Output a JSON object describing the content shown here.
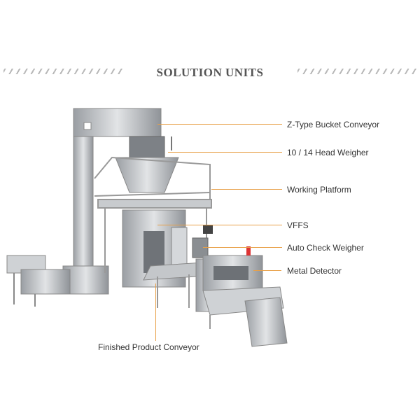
{
  "header": {
    "title": "SOLUTION UNITS"
  },
  "labels": {
    "bucket_conveyor": "Z-Type Bucket Conveyor",
    "head_weigher": "10 / 14 Head Weigher",
    "working_platform": "Working Platform",
    "vffs": "VFFS",
    "check_weigher": "Auto Check Weigher",
    "metal_detector": "Metal Detector",
    "finished_conveyor": "Finished Product Conveyor"
  },
  "colors": {
    "leader_line": "#e8a048",
    "text": "#333333",
    "machine": "#b9bcc0"
  }
}
